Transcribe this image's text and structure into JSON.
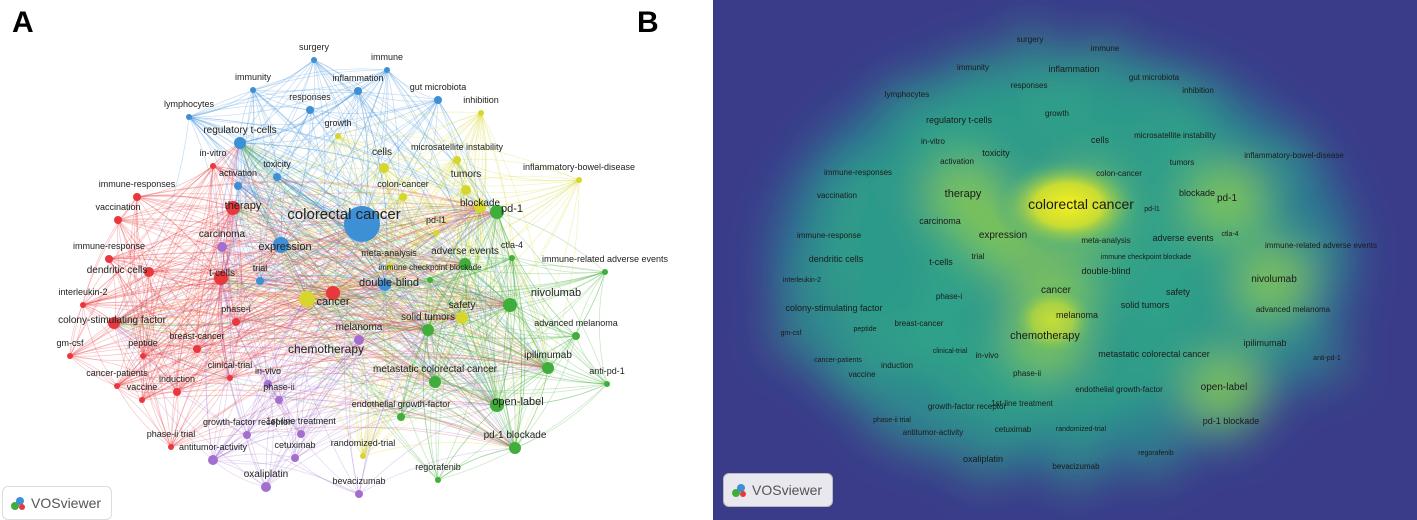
{
  "panels": {
    "a": {
      "letter": "A",
      "logo_text": "VOSviewer"
    },
    "b": {
      "letter": "B",
      "logo_text": "VOSviewer"
    }
  },
  "colors": {
    "cluster_red": "#e8383d",
    "cluster_green": "#3fae3a",
    "cluster_blue": "#3d8fd6",
    "cluster_yellow": "#d6d62b",
    "cluster_purple": "#a36fcf",
    "density_low": "#3a3c8a",
    "density_mid": "#2aa58c",
    "density_high": "#f2ec26"
  },
  "network": {
    "keywords": [
      {
        "label": "surgery",
        "cluster": "blue"
      },
      {
        "label": "immune",
        "cluster": "blue"
      },
      {
        "label": "immunity",
        "cluster": "blue"
      },
      {
        "label": "inflammation",
        "cluster": "blue"
      },
      {
        "label": "gut microbiota",
        "cluster": "blue"
      },
      {
        "label": "responses",
        "cluster": "blue"
      },
      {
        "label": "inhibition",
        "cluster": "yellow"
      },
      {
        "label": "lymphocytes",
        "cluster": "blue"
      },
      {
        "label": "growth",
        "cluster": "yellow"
      },
      {
        "label": "regulatory t-cells",
        "cluster": "blue"
      },
      {
        "label": "cells",
        "cluster": "yellow"
      },
      {
        "label": "microsatellite instability",
        "cluster": "yellow"
      },
      {
        "label": "in-vitro",
        "cluster": "red"
      },
      {
        "label": "toxicity",
        "cluster": "blue"
      },
      {
        "label": "activation",
        "cluster": "blue"
      },
      {
        "label": "tumors",
        "cluster": "yellow"
      },
      {
        "label": "inflammatory-bowel-disease",
        "cluster": "yellow"
      },
      {
        "label": "immune-responses",
        "cluster": "red"
      },
      {
        "label": "colon-cancer",
        "cluster": "yellow"
      },
      {
        "label": "blockade",
        "cluster": "yellow"
      },
      {
        "label": "therapy",
        "cluster": "red"
      },
      {
        "label": "vaccination",
        "cluster": "red"
      },
      {
        "label": "colorectal cancer",
        "cluster": "blue"
      },
      {
        "label": "pd-1",
        "cluster": "green"
      },
      {
        "label": "pd-l1",
        "cluster": "yellow"
      },
      {
        "label": "carcinoma",
        "cluster": "purple"
      },
      {
        "label": "immune-response",
        "cluster": "red"
      },
      {
        "label": "expression",
        "cluster": "blue"
      },
      {
        "label": "meta-analysis",
        "cluster": "yellow"
      },
      {
        "label": "adverse events",
        "cluster": "green"
      },
      {
        "label": "ctla-4",
        "cluster": "green"
      },
      {
        "label": "immune-related adverse events",
        "cluster": "green"
      },
      {
        "label": "dendritic cells",
        "cluster": "red"
      },
      {
        "label": "t-cells",
        "cluster": "red"
      },
      {
        "label": "trial",
        "cluster": "blue"
      },
      {
        "label": "immune checkpoint blockade",
        "cluster": "green"
      },
      {
        "label": "double-blind",
        "cluster": "blue"
      },
      {
        "label": "interleukin-2",
        "cluster": "red"
      },
      {
        "label": "nivolumab",
        "cluster": "green"
      },
      {
        "label": "phase-i",
        "cluster": "red"
      },
      {
        "label": "cancer",
        "cluster": "red"
      },
      {
        "label": "safety",
        "cluster": "yellow"
      },
      {
        "label": "colony-stimulating factor",
        "cluster": "red"
      },
      {
        "label": "solid tumors",
        "cluster": "green"
      },
      {
        "label": "melanoma",
        "cluster": "purple"
      },
      {
        "label": "advanced melanoma",
        "cluster": "green"
      },
      {
        "label": "gm-csf",
        "cluster": "red"
      },
      {
        "label": "peptide",
        "cluster": "red"
      },
      {
        "label": "breast-cancer",
        "cluster": "red"
      },
      {
        "label": "chemotherapy",
        "cluster": "yellow"
      },
      {
        "label": "ipilimumab",
        "cluster": "green"
      },
      {
        "label": "cancer-patients",
        "cluster": "red"
      },
      {
        "label": "clinical-trial",
        "cluster": "red"
      },
      {
        "label": "in-vivo",
        "cluster": "purple"
      },
      {
        "label": "induction",
        "cluster": "red"
      },
      {
        "label": "metastatic colorectal cancer",
        "cluster": "green"
      },
      {
        "label": "vaccine",
        "cluster": "red"
      },
      {
        "label": "anti-pd-1",
        "cluster": "green"
      },
      {
        "label": "phase-ii",
        "cluster": "purple"
      },
      {
        "label": "open-label",
        "cluster": "green"
      },
      {
        "label": "endothelial growth-factor",
        "cluster": "green"
      },
      {
        "label": "growth-factor receptor",
        "cluster": "purple"
      },
      {
        "label": "1st-line treatment",
        "cluster": "purple"
      },
      {
        "label": "phase-ii trial",
        "cluster": "red"
      },
      {
        "label": "cetuximab",
        "cluster": "purple"
      },
      {
        "label": "randomized-trial",
        "cluster": "yellow"
      },
      {
        "label": "pd-1 blockade",
        "cluster": "green"
      },
      {
        "label": "antitumor-activity",
        "cluster": "purple"
      },
      {
        "label": "regorafenib",
        "cluster": "green"
      },
      {
        "label": "oxaliplatin",
        "cluster": "purple"
      },
      {
        "label": "bevacizumab",
        "cluster": "purple"
      }
    ]
  }
}
